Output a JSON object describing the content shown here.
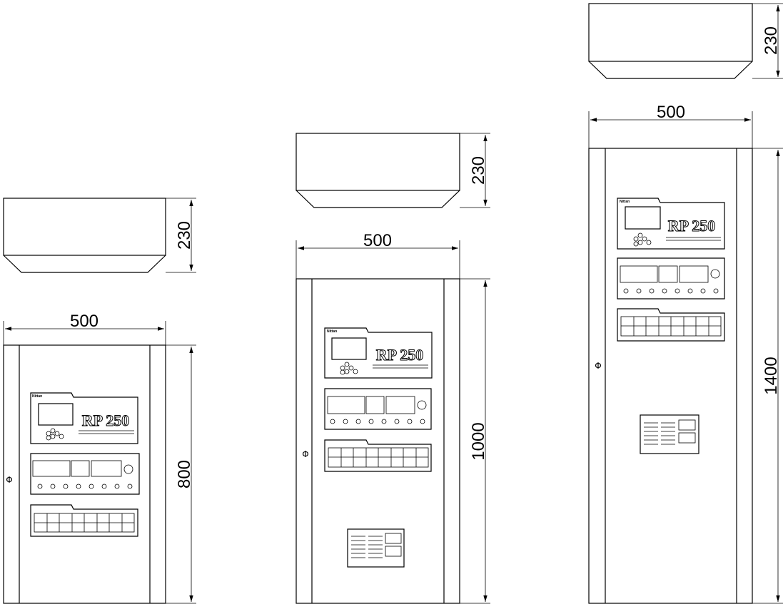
{
  "cabinets": [
    {
      "id": "small",
      "width_label": "500",
      "depth_label": "230",
      "height_label": "800",
      "model_label": "RP 250",
      "brand_label": "Nittan"
    },
    {
      "id": "medium",
      "width_label": "500",
      "depth_label": "230",
      "height_label": "1000",
      "model_label": "RP 250",
      "brand_label": "Nittan"
    },
    {
      "id": "large",
      "width_label": "500",
      "depth_label": "230",
      "height_label": "1400",
      "model_label": "RP 250",
      "brand_label": "Nittan"
    }
  ],
  "door_handle_symbol": "Φ",
  "colors": {
    "line": "#000000",
    "background": "#ffffff"
  }
}
